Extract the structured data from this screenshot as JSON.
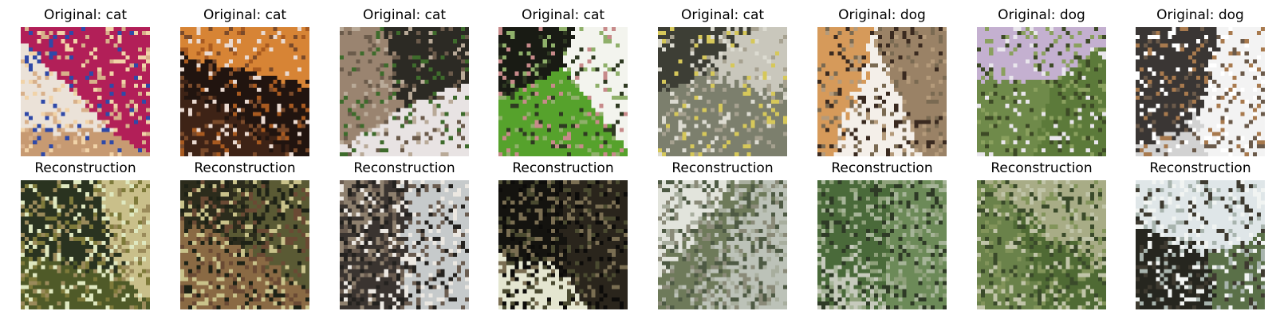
{
  "figure": {
    "originals": [
      {
        "caption": "Original: cat",
        "palette": [
          "#ebe2d8",
          "#c79a72",
          "#b21f58",
          "#f1d3a8",
          "#2f49a8",
          "#d8b08a"
        ]
      },
      {
        "caption": "Original: cat",
        "palette": [
          "#3e2316",
          "#d78435",
          "#21140f",
          "#eadad1",
          "#7a4a2a",
          "#a85a20"
        ]
      },
      {
        "caption": "Original: cat",
        "palette": [
          "#e8e3e3",
          "#9a8470",
          "#2c2a24",
          "#3e6b2c",
          "#b9aa98",
          "#6b5b4b"
        ]
      },
      {
        "caption": "Original: cat",
        "palette": [
          "#191b14",
          "#f3f4ee",
          "#56a22c",
          "#2f3a22",
          "#8fb06a",
          "#c78a8a"
        ]
      },
      {
        "caption": "Original: cat",
        "palette": [
          "#c9c7bc",
          "#7c7f6d",
          "#3d3e35",
          "#dcdbd1",
          "#a6a190",
          "#d6c85a"
        ]
      },
      {
        "caption": "Original: dog",
        "palette": [
          "#9a8266",
          "#d69a5a",
          "#f4efe9",
          "#3a2a20",
          "#b49a7a",
          "#7a6a52"
        ]
      },
      {
        "caption": "Original: dog",
        "palette": [
          "#6f8a4a",
          "#5c7a3a",
          "#c4b0d0",
          "#e9e6ec",
          "#3d4a26",
          "#8aa05e"
        ]
      },
      {
        "caption": "Original: dog",
        "palette": [
          "#f3f3f3",
          "#d2d2d2",
          "#3a3634",
          "#a87a4e",
          "#6b5a4a",
          "#ffffff"
        ]
      }
    ],
    "reconstructions": [
      {
        "caption": "Reconstruction",
        "palette": [
          "#4f5a28",
          "#c9bf8a",
          "#2a3320",
          "#dfe8c0",
          "#7e7a3a",
          "#9a8a5a"
        ]
      },
      {
        "caption": "Reconstruction",
        "palette": [
          "#2c2c1c",
          "#5a5a34",
          "#8a6a44",
          "#c9c28a",
          "#1e2216",
          "#6a4a34"
        ]
      },
      {
        "caption": "Reconstruction",
        "palette": [
          "#c6cacb",
          "#3a3430",
          "#8e806e",
          "#ece8e2",
          "#24221f",
          "#6a5c50"
        ]
      },
      {
        "caption": "Reconstruction",
        "palette": [
          "#14130f",
          "#2a251c",
          "#e4e6d0",
          "#4a4a30",
          "#7a6e52",
          "#0d0c0a"
        ]
      },
      {
        "caption": "Reconstruction",
        "palette": [
          "#bcc2b8",
          "#6e7a5a",
          "#e2e4dc",
          "#8a8a78",
          "#4e5a44",
          "#a8ae9e"
        ]
      },
      {
        "caption": "Reconstruction",
        "palette": [
          "#6c8a58",
          "#4a6a3a",
          "#c6cabc",
          "#8ea07a",
          "#2e3a26",
          "#a6b498"
        ]
      },
      {
        "caption": "Reconstruction",
        "palette": [
          "#6a824a",
          "#4f6a34",
          "#a8ac86",
          "#82945a",
          "#c0c4a8",
          "#3a4a2a"
        ]
      },
      {
        "caption": "Reconstruction",
        "palette": [
          "#dfe6e8",
          "#26261f",
          "#5a7048",
          "#a8b4ae",
          "#3e3a30",
          "#f1f4f2"
        ]
      }
    ]
  }
}
